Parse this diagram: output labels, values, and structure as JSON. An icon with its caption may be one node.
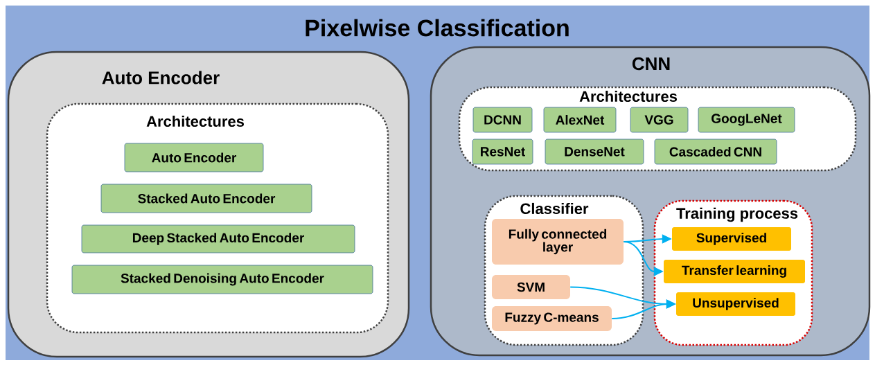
{
  "diagram": {
    "title": "Pixelwise Classification",
    "nodes": [
      {
        "text": [
          "Auto Encoder"
        ]
      },
      {
        "text": [
          "Architectures"
        ],
        "in": 0
      },
      {
        "text": [
          "Auto Encoder"
        ],
        "in": 1
      },
      {
        "text": [
          "Stacked Auto Encoder"
        ],
        "in": 1
      },
      {
        "text": [
          "Deep Stacked Auto Encoder"
        ],
        "in": 1
      },
      {
        "text": [
          "Stacked Denoising Auto Encoder"
        ],
        "in": 1
      },
      {
        "text": [
          "CNN"
        ]
      },
      {
        "text": [
          "Architectures"
        ],
        "in": 6
      },
      {
        "text": [
          "DCNN"
        ],
        "in": 7
      },
      {
        "text": [
          "AlexNet"
        ],
        "in": 7
      },
      {
        "text": [
          "VGG"
        ],
        "in": 7
      },
      {
        "text": [
          "GoogLeNet"
        ],
        "in": 7
      },
      {
        "text": [
          "ResNet"
        ],
        "in": 7
      },
      {
        "text": [
          "DenseNet"
        ],
        "in": 7
      },
      {
        "text": [
          "Cascaded CNN"
        ],
        "in": 7
      },
      {
        "text": [
          "Classifier"
        ],
        "in": 6
      },
      {
        "text": [
          "Fully connected layer"
        ],
        "in": 15
      },
      {
        "text": [
          "SVM"
        ],
        "in": 15
      },
      {
        "text": [
          "Fuzzy C-means"
        ],
        "in": 15
      },
      {
        "text": [
          "Training process"
        ],
        "in": 6
      },
      {
        "text": [
          "Supervised"
        ],
        "in": 19
      },
      {
        "text": [
          "Transfer learning"
        ],
        "in": 19
      },
      {
        "text": [
          "Unsupervised"
        ],
        "in": 19
      }
    ],
    "edges": [
      {
        "from": 16,
        "to": 20,
        "arrow": "to"
      },
      {
        "from": 16,
        "to": 21,
        "arrow": "to"
      },
      {
        "from": 17,
        "to": 22,
        "arrow": "to"
      },
      {
        "from": 18,
        "to": 22,
        "arrow": "to"
      }
    ]
  }
}
